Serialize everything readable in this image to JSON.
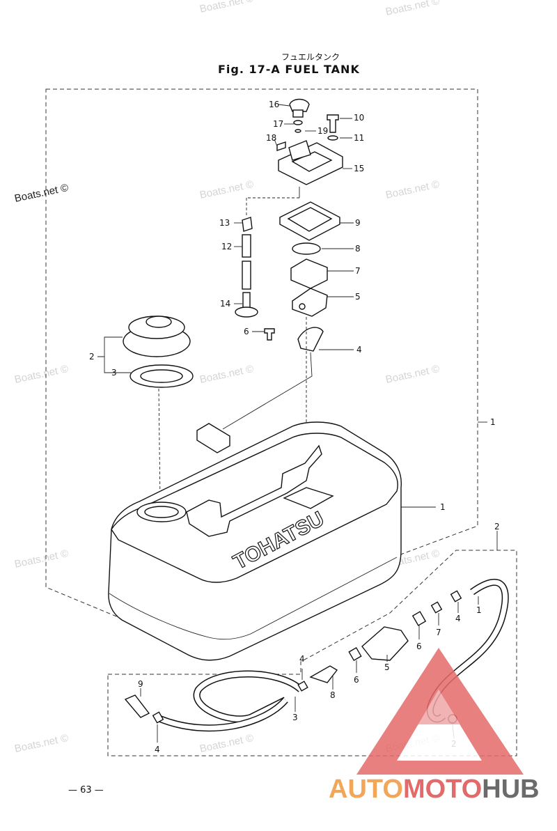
{
  "header": {
    "subtitle_jp": "フュエルタンク",
    "title": "Fig. 17-A   FUEL TANK"
  },
  "tank_brand": "TOHATSU",
  "page_number": "— 63 —",
  "watermark": "Boats.net ©",
  "logo": {
    "part1": "AUTO",
    "part2": "MOTO",
    "part3": "HUB"
  },
  "callouts": {
    "p16": "16",
    "p17": "17",
    "p18": "18",
    "p19": "19",
    "p10": "10",
    "p11": "11",
    "p15": "15",
    "p13": "13",
    "p9": "9",
    "p12": "12",
    "p8": "8",
    "p7": "7",
    "p14": "14",
    "p5": "5",
    "p6": "6",
    "p4": "4",
    "p2": "2",
    "p3": "3",
    "p1a": "1",
    "p1b": "1",
    "h2top": "2",
    "h1": "1",
    "h4a": "4",
    "h7": "7",
    "h6a": "6",
    "h5": "5",
    "h6b": "6",
    "h4b": "4",
    "h8": "8",
    "h9": "9",
    "h3": "3",
    "h4c": "4",
    "h2b": "2"
  }
}
